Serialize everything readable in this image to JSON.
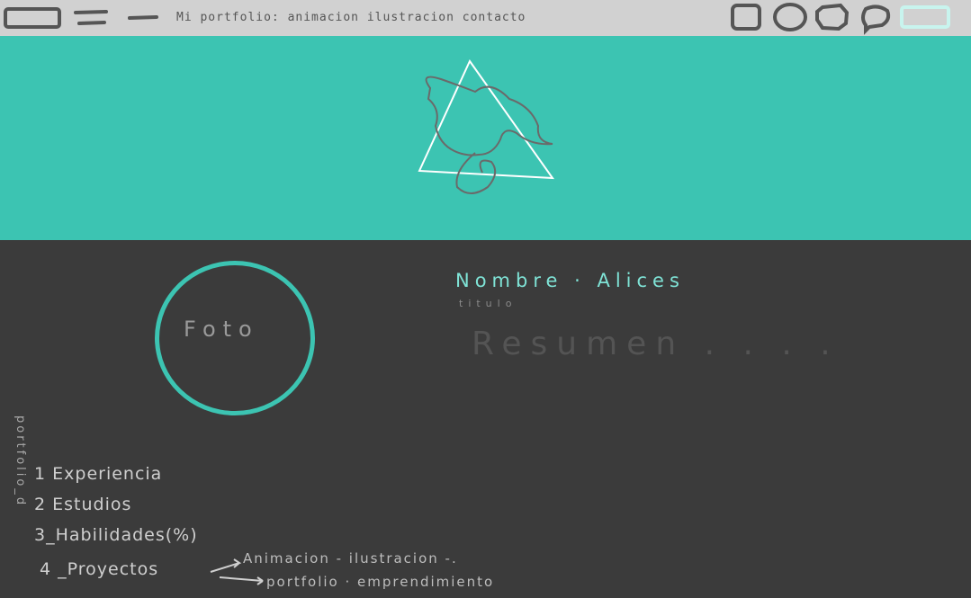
{
  "window": {
    "title": "Mi portfolio: animacion ilustracion contacto"
  },
  "colors": {
    "accent": "#3cc4b2",
    "accent_light": "#7fe3d6",
    "background": "#3b3b3b",
    "topbar": "#d1d1d1"
  },
  "toolbar": {
    "left_icons": [
      "window-icon",
      "menu-icon",
      "minimize-icon"
    ],
    "right_icons": [
      "square-icon",
      "circle-icon",
      "octagon-icon",
      "speech-bubble-icon",
      "highlighted-rect-icon"
    ]
  },
  "banner": {
    "logo_icon": "triangle-scribble-logo-icon"
  },
  "profile": {
    "photo_label": "Foto",
    "name": "Nombre · Alices",
    "role": "titulo",
    "summary": "Resumen . . . ."
  },
  "sidebar": {
    "label": "portfolio_d"
  },
  "nav": {
    "items": [
      {
        "label": "1 Experiencia"
      },
      {
        "label": "2 Estudios"
      },
      {
        "label": "3_Habilidades(%)"
      },
      {
        "label": "4 _Proyectos"
      }
    ],
    "projects": [
      {
        "label": "Animacion - ilustracion -."
      },
      {
        "label": "portfolio ·   emprendimiento"
      }
    ]
  }
}
